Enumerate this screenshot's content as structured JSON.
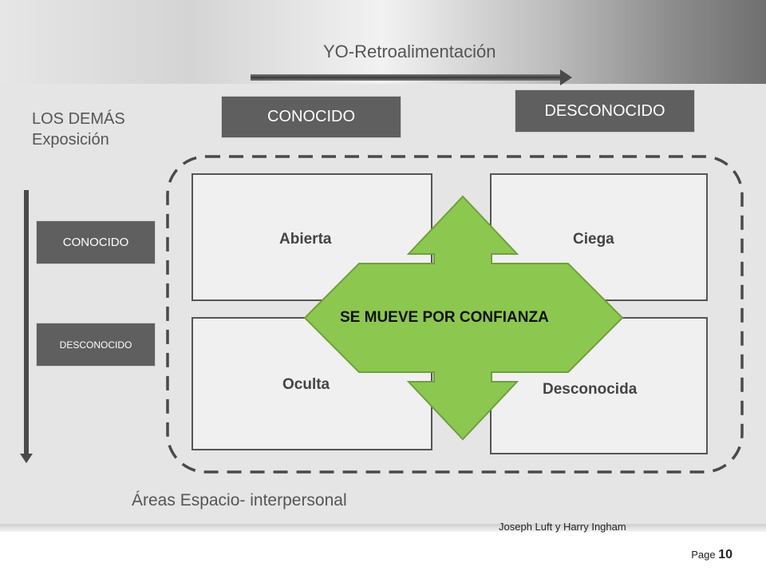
{
  "header": {
    "feedback_axis_label": "YO-Retroalimentación"
  },
  "left_axis": {
    "title_line1": "LOS DEMÁS",
    "title_line2": "Exposición"
  },
  "column_tags": {
    "known": "CONOCIDO",
    "unknown": "DESCONOCIDO"
  },
  "row_tags": {
    "known": "CONOCIDO",
    "unknown": "DESCONOCIDO"
  },
  "quadrants": {
    "open": "Abierta",
    "blind": "Ciega",
    "hidden": "Oculta",
    "unknown": "Desconocida"
  },
  "center_arrow": {
    "label": "SE MUEVE POR CONFIANZA",
    "color": "#8cc850",
    "stroke": "#6f9f3c"
  },
  "footer": {
    "areas_caption": "Áreas Espacio- interpersonal",
    "credit": "Joseph Luft y Harry Ingham",
    "page_label": "Page",
    "page_number": "10"
  },
  "colors": {
    "tag_bg": "#5f5f5f",
    "quadrant_bg": "#f0f0f0",
    "content_bg": "#e5e5e5"
  }
}
